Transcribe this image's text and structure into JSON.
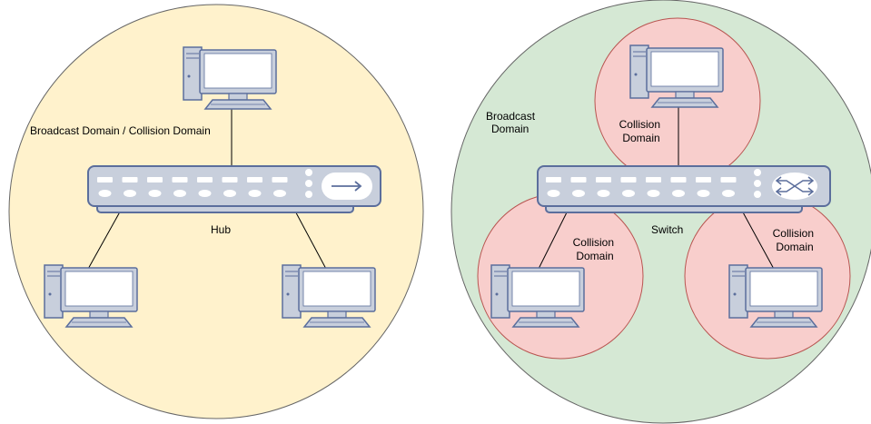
{
  "hub_diagram": {
    "domain_label": "Broadcast Domain / Collision Domain",
    "device_label": "Hub",
    "domain_fill": "#fff2cc",
    "domain_stroke": "#666666"
  },
  "switch_diagram": {
    "broadcast_label_line1": "Broadcast",
    "broadcast_label_line2": "Domain",
    "device_label": "Switch",
    "domain_fill": "#d5e8d4",
    "collision_fill": "#f8cecc",
    "collision_stroke": "#b85450",
    "collision_label_line1": "Collision",
    "collision_label_line2": "Domain"
  },
  "icons": {
    "computer": "desktop-computer-icon",
    "hub": "network-hub-icon",
    "switch": "network-switch-icon"
  },
  "colors": {
    "device_fill": "#c8cfdc",
    "device_stroke": "#5b6e9c",
    "screen_fill": "#ffffff",
    "link_stroke": "#000000"
  }
}
